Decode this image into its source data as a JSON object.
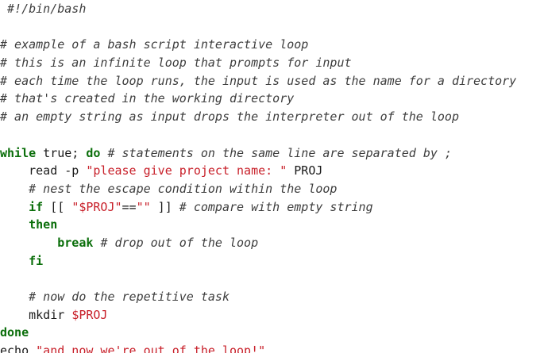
{
  "colors": {
    "comment": "#3d3d3d",
    "keyword": "#0a6e0a",
    "string": "#c8202a",
    "text": "#1a1a1a"
  },
  "code": {
    "lines": [
      [
        {
          "t": "cm",
          "v": " #!/bin/bash"
        }
      ],
      [],
      [
        {
          "t": "cm",
          "v": "# example of a bash script interactive loop"
        }
      ],
      [
        {
          "t": "cm",
          "v": "# this is an infinite loop that prompts for input"
        }
      ],
      [
        {
          "t": "cm",
          "v": "# each time the loop runs, the input is used as the name for a directory"
        }
      ],
      [
        {
          "t": "cm",
          "v": "# that's created in the working directory"
        }
      ],
      [
        {
          "t": "cm",
          "v": "# an empty string as input drops the interpreter out of the loop"
        }
      ],
      [],
      [
        {
          "t": "kw",
          "v": "while"
        },
        {
          "t": "pl",
          "v": " true; "
        },
        {
          "t": "kw",
          "v": "do"
        },
        {
          "t": "pl",
          "v": " "
        },
        {
          "t": "cm",
          "v": "# statements on the same line are separated by ;"
        }
      ],
      [
        {
          "t": "pl",
          "v": "    read -p "
        },
        {
          "t": "st",
          "v": "\"please give project name: \""
        },
        {
          "t": "pl",
          "v": " PROJ"
        }
      ],
      [
        {
          "t": "pl",
          "v": "    "
        },
        {
          "t": "cm",
          "v": "# nest the escape condition within the loop"
        }
      ],
      [
        {
          "t": "pl",
          "v": "    "
        },
        {
          "t": "kw",
          "v": "if"
        },
        {
          "t": "pl",
          "v": " [[ "
        },
        {
          "t": "st",
          "v": "\"$PROJ\""
        },
        {
          "t": "pl",
          "v": "=="
        },
        {
          "t": "st",
          "v": "\"\""
        },
        {
          "t": "pl",
          "v": " ]] "
        },
        {
          "t": "cm",
          "v": "# compare with empty string"
        }
      ],
      [
        {
          "t": "pl",
          "v": "    "
        },
        {
          "t": "kw",
          "v": "then"
        }
      ],
      [
        {
          "t": "pl",
          "v": "        "
        },
        {
          "t": "kw",
          "v": "break"
        },
        {
          "t": "pl",
          "v": " "
        },
        {
          "t": "cm",
          "v": "# drop out of the loop"
        }
      ],
      [
        {
          "t": "pl",
          "v": "    "
        },
        {
          "t": "kw",
          "v": "fi"
        }
      ],
      [],
      [
        {
          "t": "pl",
          "v": "    "
        },
        {
          "t": "cm",
          "v": "# now do the repetitive task"
        }
      ],
      [
        {
          "t": "pl",
          "v": "    mkdir "
        },
        {
          "t": "vr",
          "v": "$PROJ"
        }
      ],
      [
        {
          "t": "kw",
          "v": "done"
        }
      ],
      [
        {
          "t": "pl",
          "v": "echo "
        },
        {
          "t": "st",
          "v": "\"and now we're out of the loop!\""
        }
      ]
    ]
  }
}
